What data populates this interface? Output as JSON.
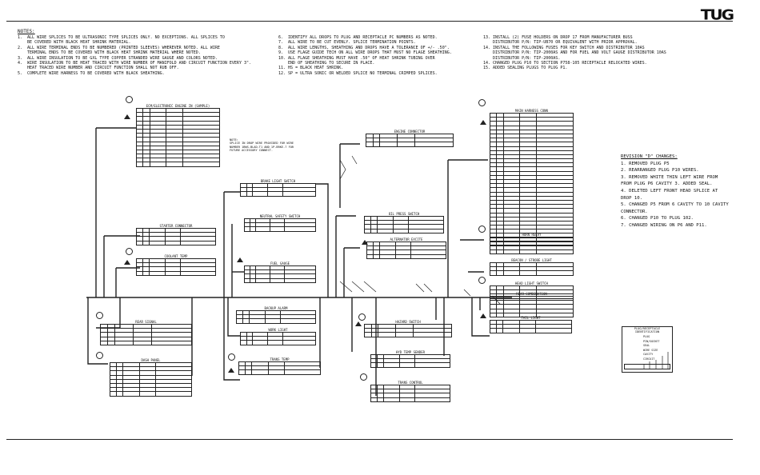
{
  "logo": "TUG",
  "notes": {
    "title": "NOTES:",
    "col1": "1.  ALL WIRE SPLICES TO BE ULTRASONIC TYPE SPLICES ONLY. NO EXCEPTIONS. ALL SPLICES TO\n    BE COVERED WITH BLACK HEAT SHRINK MATERIAL.\n2.  ALL WIRE TERMINAL ENDS TO BE NUMBERED (PRINTED SLEEVES) WHEREVER NOTED. ALL WIRE\n    TERMINAL ENDS TO BE COVERED WITH BLACK HEAT SHRINK MATERIAL WHERE NOTED.\n3.  ALL WIRE INSULATION TO BE GXL TYPE COPPER STRANDED WIRE GAUGE AND COLORS NOTED.\n4.  WIRE INSULATION TO BE HEAT TRACED WITH WIRE NUMBER OF MANIFOLD AND CIRCUIT FUNCTION EVERY 3\".\n    HEAT TRACED WIRE NUMBER AND CIRCUIT FUNCTION SHALL NOT RUB OFF.\n5.  COMPLETE WIRE HARNESS TO BE COVERED WITH BLACK SHEATHING.",
    "col2": "6.  IDENTIFY ALL DROPS TO PLUG AND RECEPTACLE PC NUMBERS AS NOTED.\n7.  ALL WIRE TO BE CUT EVENLY. SPLICE TERMINATION POINTS.\n8.  ALL WIRE LENGTHS, SHEATHING AND DROPS HAVE A TOLERANCE OF +/- .50\".\n9.  USE FLAGE GUIDE TECH ON ALL WIRE DROPS THAT MUST NO FLAGE SHEATHING.\n10. ALL FLAGE SHEATHING MUST HAVE .50\" OF HEAT SHRINK TUBING OVER\n    END OF SHEATHING TO SECURE IN PLACE.\n11. HS = BLACK HEAT SHRINK.\n12. SP = ULTRA SONIC OR WELDED SPLICE NO TERMINAL CRIMPED SPLICES.",
    "col3": "13. INSTALL (2) FUSE HOLDERS ON DROP 17 FROM MANUFACTURER BUSS\n    DISTRIBUTOR P/N: TIP-UB70 OR EQUIVALENT WITH PRIOR APPROVAL.\n14. INSTALL THE FOLLOWING FUSES FOR KEY SWITCH AND DISTRIBUTOR 10AS\n    DISTRIBUTOR P/N: TIP-2000AS AND FOR FUEL AND VOLT GAUGE DISTRIBUTOR 10AS\n    DISTRIBUTOR P/N: TIP-2000AS.\n14. CHANGED PLUG P10 TO SECTION P758-105 RECEPTACLE RELOCATED WIRES.\n15. ADDED SEALING PLUGS TO PLUG P1."
  },
  "revisions": {
    "title": "REVISION \"D\" CHANGES:",
    "items": [
      "1.  REMOVED PLUG P5",
      "2.  REARRANGED PLUG P10 WIRES.",
      "3.  REMOVED WHITE THIN LEFT WIRE FROM",
      "    FROM PLUG P6 CAVITY 3. ADDED SEAL.",
      "4.  DELETED LEFT FRONT HEAD SPLICE AT",
      "    DROP 10.",
      "5.  CHANGED P5 FROM 6 CAVITY TO 10 CAVITY",
      "    CONNECTOR.",
      "6.  CHANGED P10 TO PLUG 102.",
      "7.  CHANGED WIRING ON P6 AND P11."
    ]
  },
  "blocks": [
    {
      "id": "b1",
      "title": "ECM/ELECTRONIC ENGINE IN (SAMPLE)",
      "rows": 14
    },
    {
      "id": "b2",
      "title": "MAIN HARNESS CONN",
      "rows": 32
    },
    {
      "id": "b3",
      "title": "ENGINE CONNECTOR",
      "rows": 3
    },
    {
      "id": "b4",
      "title": "BRAKE LIGHT SWITCH",
      "rows": 3
    },
    {
      "id": "b5",
      "title": "NEUTRAL SAFETY SWITCH",
      "rows": 3
    },
    {
      "id": "b6",
      "title": "STARTER CONNECTOR",
      "rows": 4
    },
    {
      "id": "b7",
      "title": "OIL PRESS SWITCH",
      "rows": 4
    },
    {
      "id": "b8",
      "title": "ALTERNATOR EXCITE",
      "rows": 4
    },
    {
      "id": "b9",
      "title": "COOLANT TEMP",
      "rows": 4
    },
    {
      "id": "b10",
      "title": "FUEL GAUGE",
      "rows": 4
    },
    {
      "id": "b11",
      "title": "HORN RELAY",
      "rows": 4
    },
    {
      "id": "b12",
      "title": "DASH PANEL",
      "rows": 8
    },
    {
      "id": "b13",
      "title": "BEACON / STROBE LIGHT",
      "rows": 3
    },
    {
      "id": "b14",
      "title": "HEAD LIGHT SWITCH",
      "rows": 3
    },
    {
      "id": "b15",
      "title": "REAR SIGNAL",
      "rows": 5
    },
    {
      "id": "b16",
      "title": "BACKUP ALARM",
      "rows": 3
    },
    {
      "id": "b17",
      "title": "WORK LIGHT",
      "rows": 3
    },
    {
      "id": "b18",
      "title": "HAZARD SWITCH",
      "rows": 3
    },
    {
      "id": "b19",
      "title": "HYD TEMP SENDER",
      "rows": 3
    },
    {
      "id": "b20",
      "title": "REAR COMBINATION",
      "rows": 5
    },
    {
      "id": "b21",
      "title": "TAIL LIGHT",
      "rows": 3
    },
    {
      "id": "b22",
      "title": "TRANS TEMP",
      "rows": 3
    },
    {
      "id": "b23",
      "title": "TRANS CONTROL",
      "rows": 4
    }
  ],
  "note_block": "NOTE:\nSPLICE IN DROP WIRE PROVIDED FOR WIRE\nNUMBER 1BWS-BLAD-T1 AND 1P-BRKE-7 FOR\nFUTURE ACCESSORY CONNECT.",
  "legend": {
    "title": "PLUG/RECEPTACLE IDENTIFICATION",
    "items": [
      "PLUG",
      "PIN/SOCKET",
      "SEAL",
      "WIRE SIZE",
      "CAVITY",
      "CIRCUIT"
    ]
  }
}
